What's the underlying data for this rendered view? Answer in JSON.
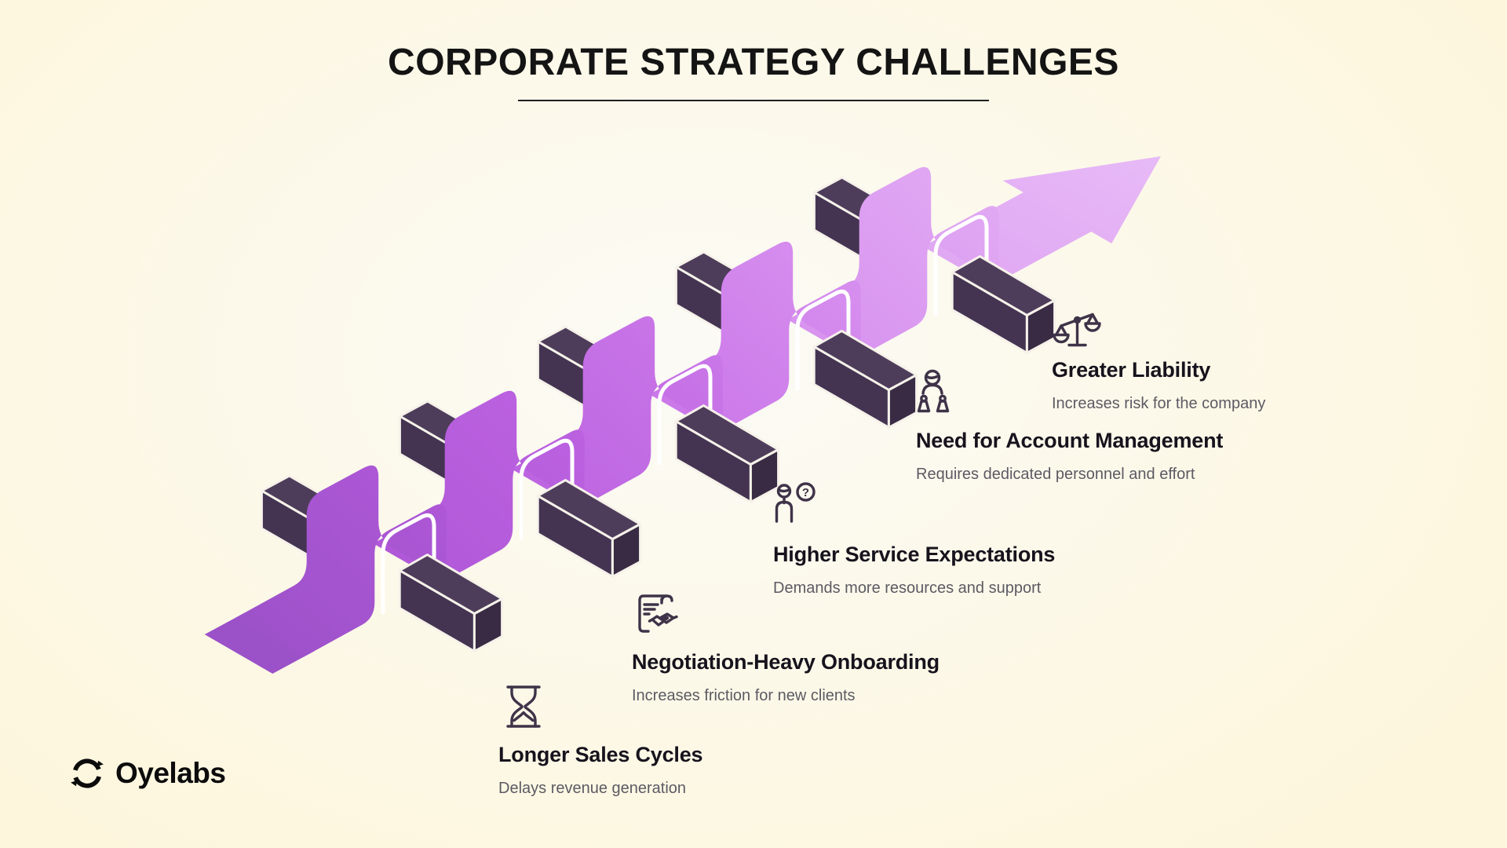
{
  "title": {
    "text": "CORPORATE STRATEGY CHALLENGES"
  },
  "brand": {
    "name": "Oyelabs",
    "logo_icon": "circular-arrows-icon"
  },
  "illustration": {
    "type": "ascending-arrow-over-hurdles",
    "hurdle_count": 5
  },
  "challenges": [
    {
      "title": "Longer Sales Cycles",
      "description": "Delays revenue generation",
      "icon": "hourglass-icon"
    },
    {
      "title": "Negotiation-Heavy Onboarding",
      "description": "Increases friction for new clients",
      "icon": "contract-handshake-icon"
    },
    {
      "title": "Higher Service Expectations",
      "description": "Demands more resources and support",
      "icon": "person-question-icon"
    },
    {
      "title": "Need for Account Management",
      "description": "Requires dedicated personnel and effort",
      "icon": "account-management-icon"
    },
    {
      "title": "Greater Liability",
      "description": "Increases risk for the company",
      "icon": "scales-icon"
    }
  ],
  "colors": {
    "background_outer": "#fdf6dc",
    "background_center": "#fbfaf5",
    "ribbon_start": "#9b51c8",
    "ribbon_mid": "#c974e8",
    "ribbon_end": "#e7baf7",
    "block_top": "#4e3d5a",
    "block_side": "#443452",
    "block_end": "#392b44",
    "outline_white": "#f6f2ea",
    "icon_stroke": "#3f3349",
    "title_color": "#141414",
    "heading_color": "#16131d",
    "description_color": "#5c5a63"
  }
}
